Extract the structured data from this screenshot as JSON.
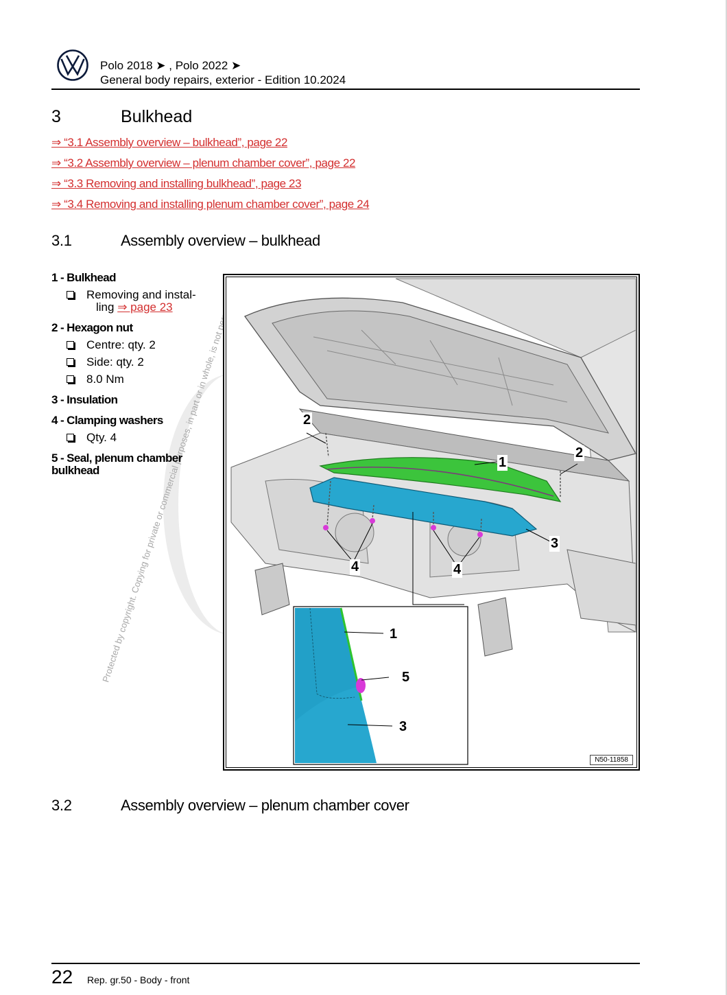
{
  "header": {
    "line1": "Polo 2018 ➤ , Polo 2022 ➤",
    "line2": "General body repairs, exterior - Edition 10.2024"
  },
  "section": {
    "number": "3",
    "title": "Bulkhead"
  },
  "toc": [
    {
      "text": "⇒ “3.1 Assembly overview – bulkhead”, page 22"
    },
    {
      "text": "⇒ “3.2 Assembly overview – plenum chamber cover”, page 22"
    },
    {
      "text": "⇒ “3.3 Removing and installing bulkhead”, page 23"
    },
    {
      "text": "⇒ “3.4 Removing and installing plenum chamber cover”, page 24"
    }
  ],
  "sub1": {
    "number": "3.1",
    "title": "Assembly overview – bulkhead"
  },
  "sub2": {
    "number": "3.2",
    "title": "Assembly overview – plenum chamber cover"
  },
  "legend": [
    {
      "title": "1 - Bulkhead",
      "bullets": [
        {
          "text": "Removing and instal-",
          "text2": "ling ",
          "link": "⇒ page 23"
        }
      ]
    },
    {
      "title": "2 - Hexagon nut",
      "bullets": [
        {
          "text": "Centre: qty. 2"
        },
        {
          "text": "Side: qty. 2"
        },
        {
          "text": "8.0 Nm"
        }
      ]
    },
    {
      "title": "3 - Insulation",
      "bullets": []
    },
    {
      "title": "4 - Clamping washers",
      "bullets": [
        {
          "text": "Qty. 4"
        }
      ]
    },
    {
      "title": "5 - Seal, plenum chamber bulkhead",
      "bullets": []
    }
  ],
  "watermark": "Protected by copyright. Copying for private or commercial purposes, in part or in whole, is not permitted",
  "figure": {
    "code": "N50-11858",
    "callouts": [
      "1",
      "2",
      "2",
      "3",
      "4",
      "4",
      "1",
      "5",
      "3"
    ]
  },
  "footer": {
    "page": "22",
    "text": "Rep. gr.50 - Body - front"
  },
  "colors": {
    "link": "#d32f2f",
    "bulkhead": "#3cc43c",
    "insulation": "#27a7cf",
    "seal": "#d83ad8"
  }
}
